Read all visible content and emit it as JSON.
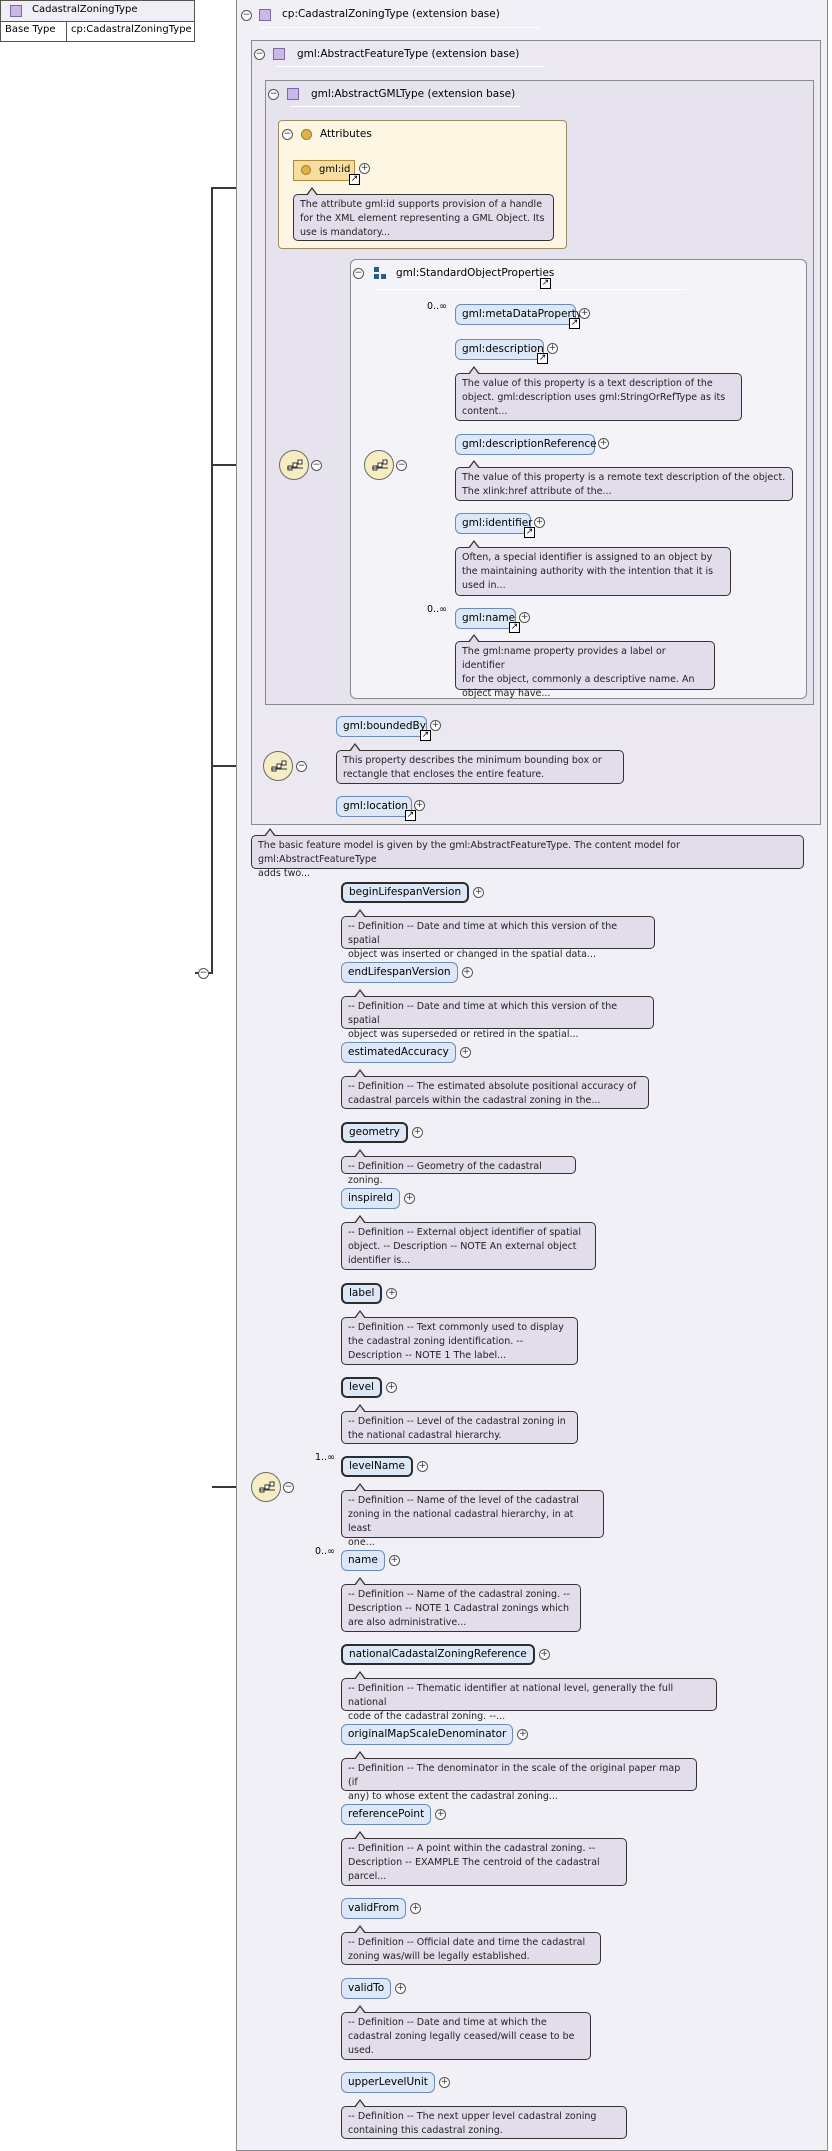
{
  "root": {
    "name": "CadastralZoningType",
    "base_label": "Base Type",
    "base_value": "cp:CadastralZoningType"
  },
  "panels": {
    "outer_title": "cp:CadastralZoningType (extension base)",
    "feature_title": "gml:AbstractFeatureType (extension base)",
    "gml_title": "gml:AbstractGMLType (extension base)",
    "attributes_title": "Attributes",
    "sop_title": "gml:StandardObjectProperties"
  },
  "gml_id": {
    "name": "gml:id",
    "doc": [
      "The attribute gml:id supports provision of a handle",
      "for the XML element representing a GML Object. Its",
      "use is mandatory..."
    ]
  },
  "sop_elements": [
    {
      "name": "gml:metaDataProperty",
      "card": "0..∞",
      "doc": []
    },
    {
      "name": "gml:description",
      "card": "",
      "doc": [
        "The value of this property is a text description of the",
        "object. gml:description uses gml:StringOrRefType as its",
        "content..."
      ]
    },
    {
      "name": "gml:descriptionReference",
      "card": "",
      "doc": [
        "The value of this property is a remote text description of the object.",
        "The xlink:href attribute of the..."
      ]
    },
    {
      "name": "gml:identifier",
      "card": "",
      "doc": [
        "Often, a special identifier is assigned to an object by",
        "the maintaining authority with the intention that it is",
        "used in..."
      ]
    },
    {
      "name": "gml:name",
      "card": "0..∞",
      "doc": [
        "The gml:name property provides a label or identifier",
        "for the object, commonly a descriptive name. An",
        "object may have..."
      ]
    }
  ],
  "feature_elements": [
    {
      "name": "gml:boundedBy",
      "doc": [
        "This property describes the minimum bounding box or",
        "rectangle that encloses the entire feature."
      ]
    },
    {
      "name": "gml:location",
      "doc": []
    }
  ],
  "feature_doc": [
    "The basic feature model is given by the gml:AbstractFeatureType. The content model for gml:AbstractFeatureType",
    "adds two..."
  ],
  "elements": [
    {
      "name": "beginLifespanVersion",
      "card": "",
      "doc": [
        "-- Definition -- Date and time at which this version of the spatial",
        "object was inserted or changed in the spatial data..."
      ]
    },
    {
      "name": "endLifespanVersion",
      "card": "",
      "doc": [
        "-- Definition -- Date and time at which this version of the spatial",
        "object was superseded or retired in the spatial..."
      ]
    },
    {
      "name": "estimatedAccuracy",
      "card": "",
      "doc": [
        "-- Definition -- The estimated absolute positional accuracy of",
        "cadastral parcels within the cadastral zoning in the..."
      ]
    },
    {
      "name": "geometry",
      "card": "",
      "doc": [
        "-- Definition -- Geometry of the cadastral zoning."
      ]
    },
    {
      "name": "inspireId",
      "card": "",
      "doc": [
        "-- Definition -- External object identifier of spatial",
        "object. -- Description -- NOTE An external object",
        "identifier is..."
      ]
    },
    {
      "name": "label",
      "card": "",
      "doc": [
        "-- Definition -- Text commonly used to display",
        "the cadastral zoning identification. --",
        "Description -- NOTE 1 The label..."
      ]
    },
    {
      "name": "level",
      "card": "",
      "doc": [
        "-- Definition -- Level of the cadastral zoning in",
        "the national cadastral hierarchy."
      ]
    },
    {
      "name": "levelName",
      "card": "1..∞",
      "doc": [
        "-- Definition -- Name of the level of the cadastral",
        "zoning in the national cadastral hierarchy, in at least",
        "one..."
      ]
    },
    {
      "name": "name",
      "card": "0..∞",
      "doc": [
        "-- Definition -- Name of the cadastral zoning. --",
        "Description -- NOTE 1 Cadastral zonings which",
        "are also administrative..."
      ]
    },
    {
      "name": "nationalCadastalZoningReference",
      "card": "",
      "doc": [
        "-- Definition -- Thematic identifier at national level, generally the full national",
        "code of the cadastral zoning. --..."
      ]
    },
    {
      "name": "originalMapScaleDenominator",
      "card": "",
      "doc": [
        "-- Definition -- The denominator in the scale of the original paper map (if",
        "any) to whose extent the cadastral zoning..."
      ]
    },
    {
      "name": "referencePoint",
      "card": "",
      "doc": [
        "-- Definition -- A point within the cadastral zoning. --",
        "Description -- EXAMPLE The centroid of the cadastral",
        "parcel..."
      ]
    },
    {
      "name": "validFrom",
      "card": "",
      "doc": [
        "-- Definition -- Official date and time the cadastral",
        "zoning was/will be legally established."
      ]
    },
    {
      "name": "validTo",
      "card": "",
      "doc": [
        "-- Definition -- Date and time at which the",
        "cadastral zoning legally ceased/will cease to be",
        "used."
      ]
    },
    {
      "name": "upperLevelUnit",
      "card": "",
      "doc": [
        "-- Definition -- The next upper level cadastral zoning",
        "containing this cadastral zoning."
      ]
    }
  ],
  "icons": {
    "collapse": "minus-circle-icon",
    "expand": "plus-circle-icon",
    "reference": "reference-arrow-icon",
    "sequence": "sequence-compositor-icon",
    "type": "complex-type-icon",
    "attribute": "attribute-icon"
  },
  "colors": {
    "element_fill": "#dce8f7",
    "element_border": "#6d8bb7",
    "doc_fill": "#e3ddeb",
    "attr_fill": "#fdf6e2",
    "panel_fill": "#ebe8f2",
    "type_icon": "#c9b8e6"
  }
}
